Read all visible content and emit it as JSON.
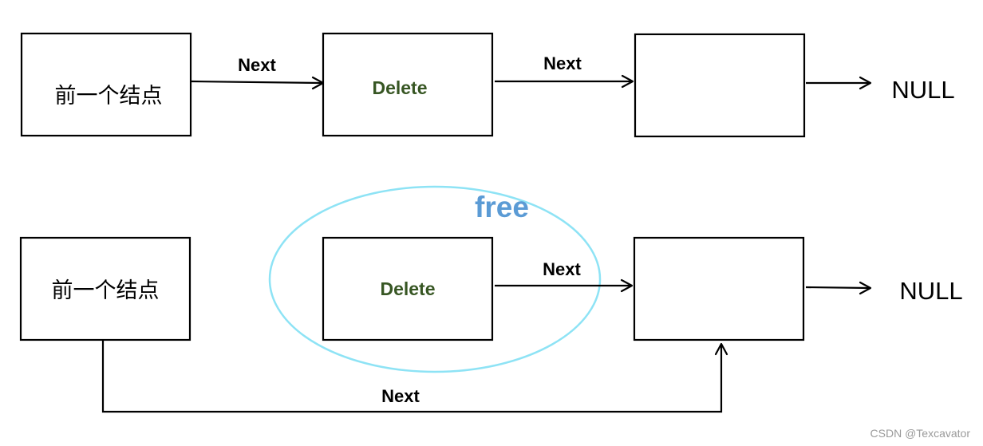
{
  "top_row": {
    "prev_node_label": "前一个结点",
    "next_label_1": "Next",
    "delete_label": "Delete",
    "next_label_2": "Next",
    "null_label": "NULL"
  },
  "bottom_row": {
    "prev_node_label": "前一个结点",
    "free_label": "free",
    "delete_label": "Delete",
    "next_label": "Next",
    "null_label": "NULL",
    "bypass_next_label": "Next"
  },
  "watermark": "CSDN @Texcavator",
  "colors": {
    "delete_text": "#375623",
    "free_text": "#5b9bd5",
    "ellipse_stroke": "#8ee3f5"
  }
}
